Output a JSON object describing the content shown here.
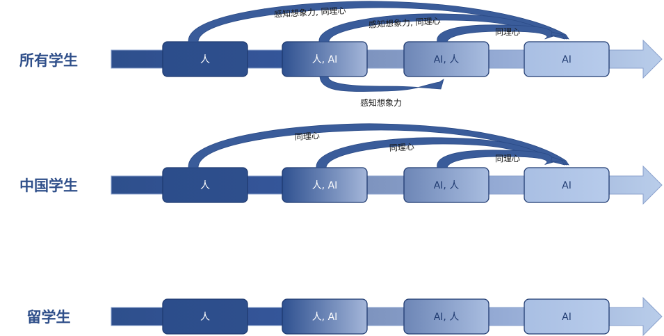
{
  "colors": {
    "label": "#2f4f8a",
    "stage_dark": "#2e4f8c",
    "stage_mid": "#6f87b4",
    "stage_light": "#a8bde0",
    "arrow_light": "#b9cdea",
    "arc": "#3a5c9a"
  },
  "rows": [
    {
      "label": "所有学生",
      "nodes": [
        "人",
        "人, AI",
        "AI, 人",
        "AI"
      ],
      "arcs_above": [
        "感知想象力, 同理心",
        "感知想象力, 同理心",
        "同理心"
      ],
      "arcs_below": [
        "感知想象力"
      ]
    },
    {
      "label": "中国学生",
      "nodes": [
        "人",
        "人, AI",
        "AI, 人",
        "AI"
      ],
      "arcs_above": [
        "同理心",
        "同理心",
        "同理心"
      ],
      "arcs_below": []
    },
    {
      "label": "留学生",
      "nodes": [
        "人",
        "人, AI",
        "AI, 人",
        "AI"
      ],
      "arcs_above": [],
      "arcs_below": []
    }
  ]
}
